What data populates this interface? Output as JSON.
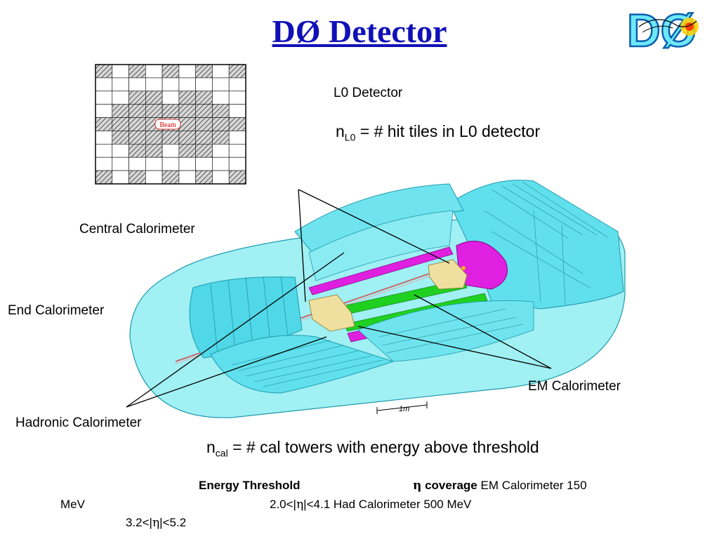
{
  "title": "DØ Detector",
  "logo": {
    "text": "DØ",
    "icon": "d0-logo"
  },
  "l0_grid": {
    "beam_label": "Beam"
  },
  "labels": {
    "l0_detector": "L0 Detector",
    "nl0_main": "n",
    "nl0_sub": "L0",
    "nl0_rest": " = #  hit tiles in L0 detector",
    "central_calorimeter": "Central Calorimeter",
    "end_calorimeter": "End Calorimeter",
    "em_calorimeter": "EM Calorimeter",
    "hadronic_calorimeter": "Hadronic Calorimeter",
    "scale": "1m",
    "ncal_main": "n",
    "ncal_sub": "cal",
    "ncal_rest": " = # cal towers with energy above threshold"
  },
  "footer": {
    "energy_threshold": "Energy Threshold",
    "eta_symbol": "η",
    "coverage": " coverage",
    "line1_tail": " EM Calorimeter    150",
    "line2a": "MeV",
    "line2b_pre": "2.0<|",
    "line2b_eta": "η",
    "line2b_post": "|<4.1 Had Calorimeter   500 MeV",
    "line3_pre": "3.2<|",
    "line3_eta": "η",
    "line3_post": "|<5.2"
  },
  "colors": {
    "title": "#1010b8",
    "cyan": "#6ee6ee",
    "cyan_dark": "#2fb8c8",
    "magenta": "#e010e0",
    "green": "#20d020",
    "tan": "#f0e0a0",
    "hatch": "#707070"
  }
}
